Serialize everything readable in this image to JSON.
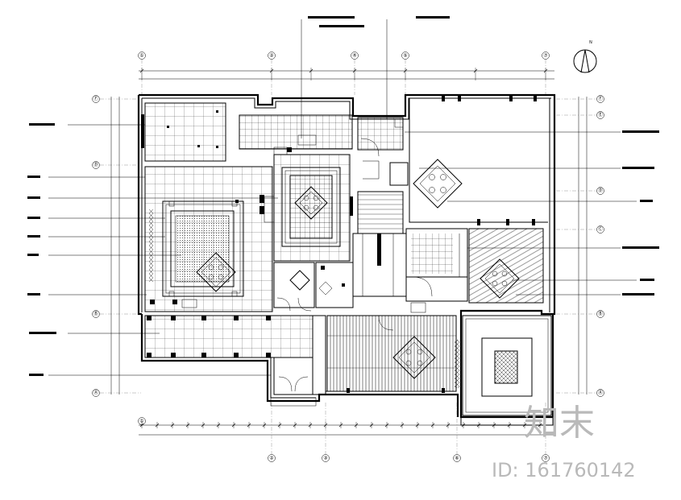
{
  "watermark": {
    "logo_text": "知末",
    "id_text": "ID: 161760142"
  },
  "compass": {
    "label": "N"
  },
  "axes": {
    "top": [
      "①",
      "②",
      "④",
      "⑤",
      "⑦"
    ],
    "bottom": [
      "①",
      "②",
      "③",
      "⑥",
      "⑦"
    ],
    "left": [
      "Ⓕ",
      "Ⓓ",
      "Ⓑ",
      "Ⓐ"
    ],
    "right": [
      "Ⓕ",
      "Ⓔ",
      "Ⓓ",
      "Ⓒ",
      "Ⓑ",
      "Ⓐ"
    ]
  },
  "colors": {
    "line": "#000000",
    "watermark": "#b9b9b9",
    "hatch": "#000000"
  }
}
